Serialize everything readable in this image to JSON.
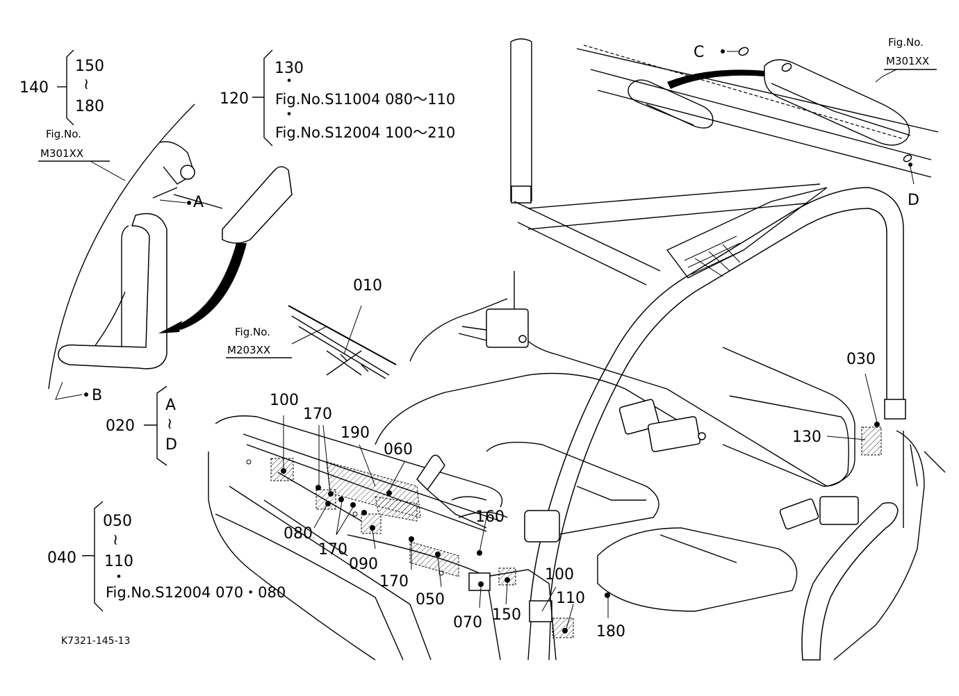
{
  "callouts": {
    "c140": "140",
    "c150": "150",
    "c180": "180",
    "c120": "120",
    "c130": "130",
    "ref_s11004": "Fig.No.S11004  080～110",
    "ref_s12004_a": "Fig.No.S12004  100～210",
    "c010": "010",
    "c020": "020",
    "c030": "030",
    "c040": "040",
    "c050": "050",
    "c060": "060",
    "c070": "070",
    "c080": "080",
    "c090": "090",
    "c100": "100",
    "c110": "110",
    "c130b": "130",
    "c150b": "150",
    "c160": "160",
    "c170": "170",
    "c180b": "180",
    "c190": "190",
    "c050b": "050",
    "c110b": "110",
    "ref_s12004_b": "Fig.No.S12004  070・080",
    "tilde": "≀",
    "dot": "・",
    "A": "A",
    "B": "B",
    "C": "C",
    "D": "D"
  },
  "figrefs": {
    "fig_no": "Fig.No.",
    "m301_left": "M301XX",
    "m301_right": "M301XX",
    "m203": "M203XX"
  },
  "footer": {
    "code": "K7321-145-13"
  }
}
